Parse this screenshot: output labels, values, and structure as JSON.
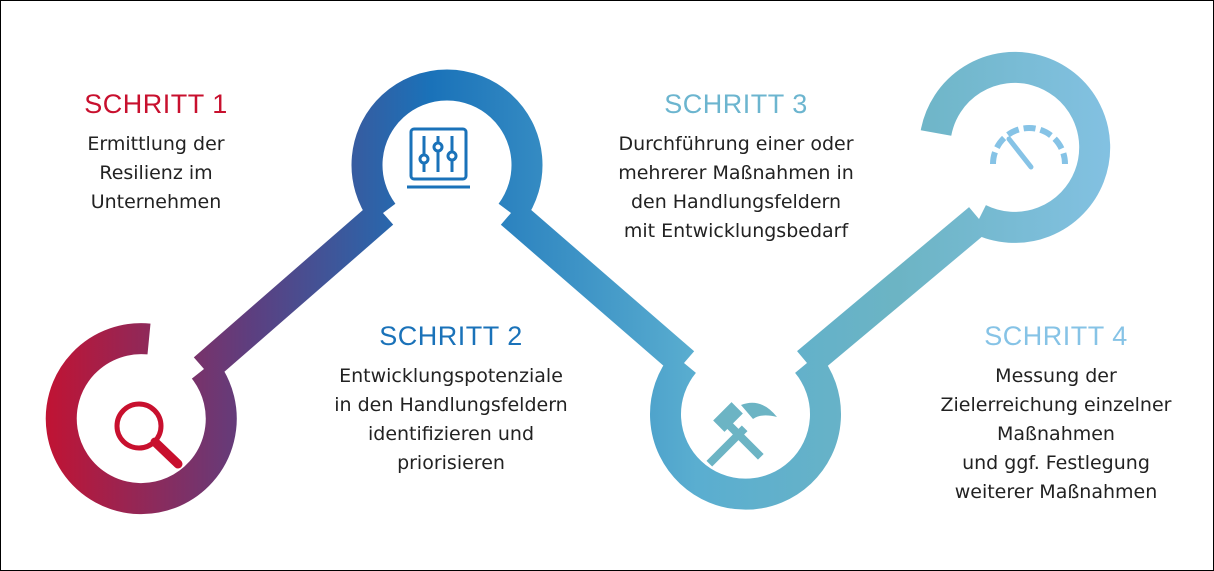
{
  "steps": [
    {
      "title": "SCHRITT 1",
      "lines": [
        "Ermittlung der",
        "Resilienz im",
        "Unternehmen"
      ],
      "color": "#c8102e",
      "icon": "magnifier-icon"
    },
    {
      "title": "SCHRITT 2",
      "lines": [
        "Entwicklungspotenziale",
        "in den Handlungsfeldern",
        "identifizieren und",
        "priorisieren"
      ],
      "color": "#1a72b9",
      "icon": "sliders-icon"
    },
    {
      "title": "SCHRITT 3",
      "lines": [
        "Durchführung einer oder",
        "mehrerer Maßnahmen in",
        "den Handlungsfeldern",
        "mit Entwicklungsbedarf"
      ],
      "color": "#6cb5cf",
      "icon": "tools-icon"
    },
    {
      "title": "SCHRITT 4",
      "lines": [
        "Messung der",
        "Zielerreichung einzelner",
        "Maßnahmen",
        "und ggf. Festlegung",
        "weiterer Maßnahmen"
      ],
      "color": "#86c3e6",
      "icon": "gauge-icon"
    }
  ],
  "colors": {
    "start": "#c8102e",
    "mid1": "#5c3f80",
    "mid2": "#1a72b9",
    "mid3": "#6cb4c4",
    "end": "#86c3e6"
  }
}
